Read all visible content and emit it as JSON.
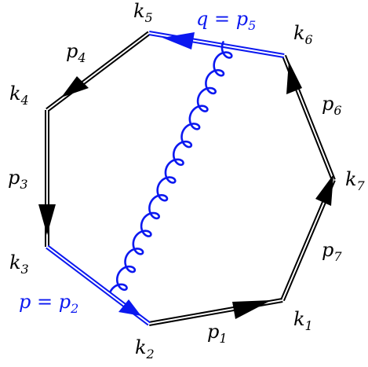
{
  "colors": {
    "line": "#000000",
    "highlight": "#0b18f0",
    "background": "#ffffff"
  },
  "labels": {
    "k1": {
      "base": "k",
      "sub": "1"
    },
    "k2": {
      "base": "k",
      "sub": "2"
    },
    "k3": {
      "base": "k",
      "sub": "3"
    },
    "k4": {
      "base": "k",
      "sub": "4"
    },
    "k5": {
      "base": "k",
      "sub": "5"
    },
    "k6": {
      "base": "k",
      "sub": "6"
    },
    "k7": {
      "base": "k",
      "sub": "7"
    },
    "p1": {
      "base": "p",
      "sub": "1"
    },
    "p3": {
      "base": "p",
      "sub": "3"
    },
    "p4": {
      "base": "p",
      "sub": "4"
    },
    "p6": {
      "base": "p",
      "sub": "6"
    },
    "p7": {
      "base": "p",
      "sub": "7"
    },
    "p_eq": {
      "left": "p",
      "eq": " = ",
      "base": "p",
      "sub": "2"
    },
    "q_eq": {
      "left": "q",
      "eq": " = ",
      "base": "p",
      "sub": "5"
    }
  }
}
